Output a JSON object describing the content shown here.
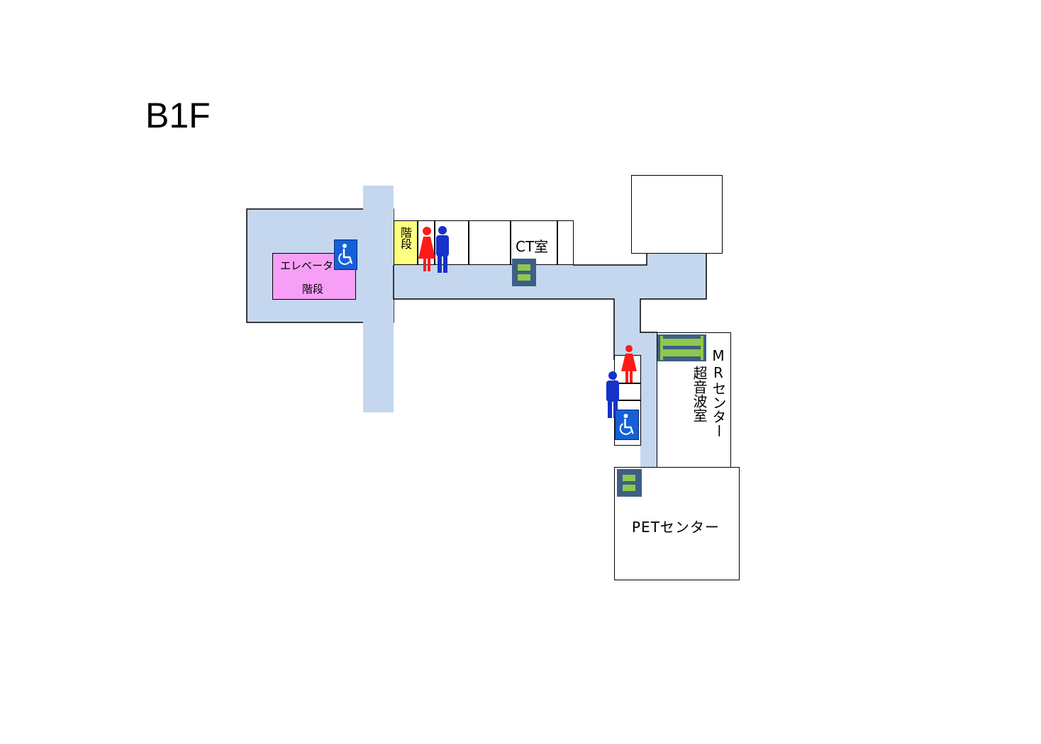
{
  "floor": "B1F",
  "rooms": {
    "elevator": "エレベーター",
    "elevator_stairs": "階段",
    "stairs_top": "階段",
    "ct": "CT室",
    "mr_center": "MRセンター",
    "ultrasound": "超音波室",
    "pet_center": "PETセンター"
  },
  "icons": {
    "wheelchair": "wheelchair-icon",
    "female": "female-restroom-icon",
    "male": "male-restroom-icon",
    "guide": "guide-map-icon"
  },
  "colors": {
    "corridor": "#c5d7ee",
    "elevator": "#f79ff7",
    "stairs": "#ffff7f",
    "female": "#ff1a1a",
    "male": "#1632c8",
    "accessible": "#1560d8",
    "guide_frame": "#3d5f86",
    "guide_fill": "#8fc84c"
  }
}
